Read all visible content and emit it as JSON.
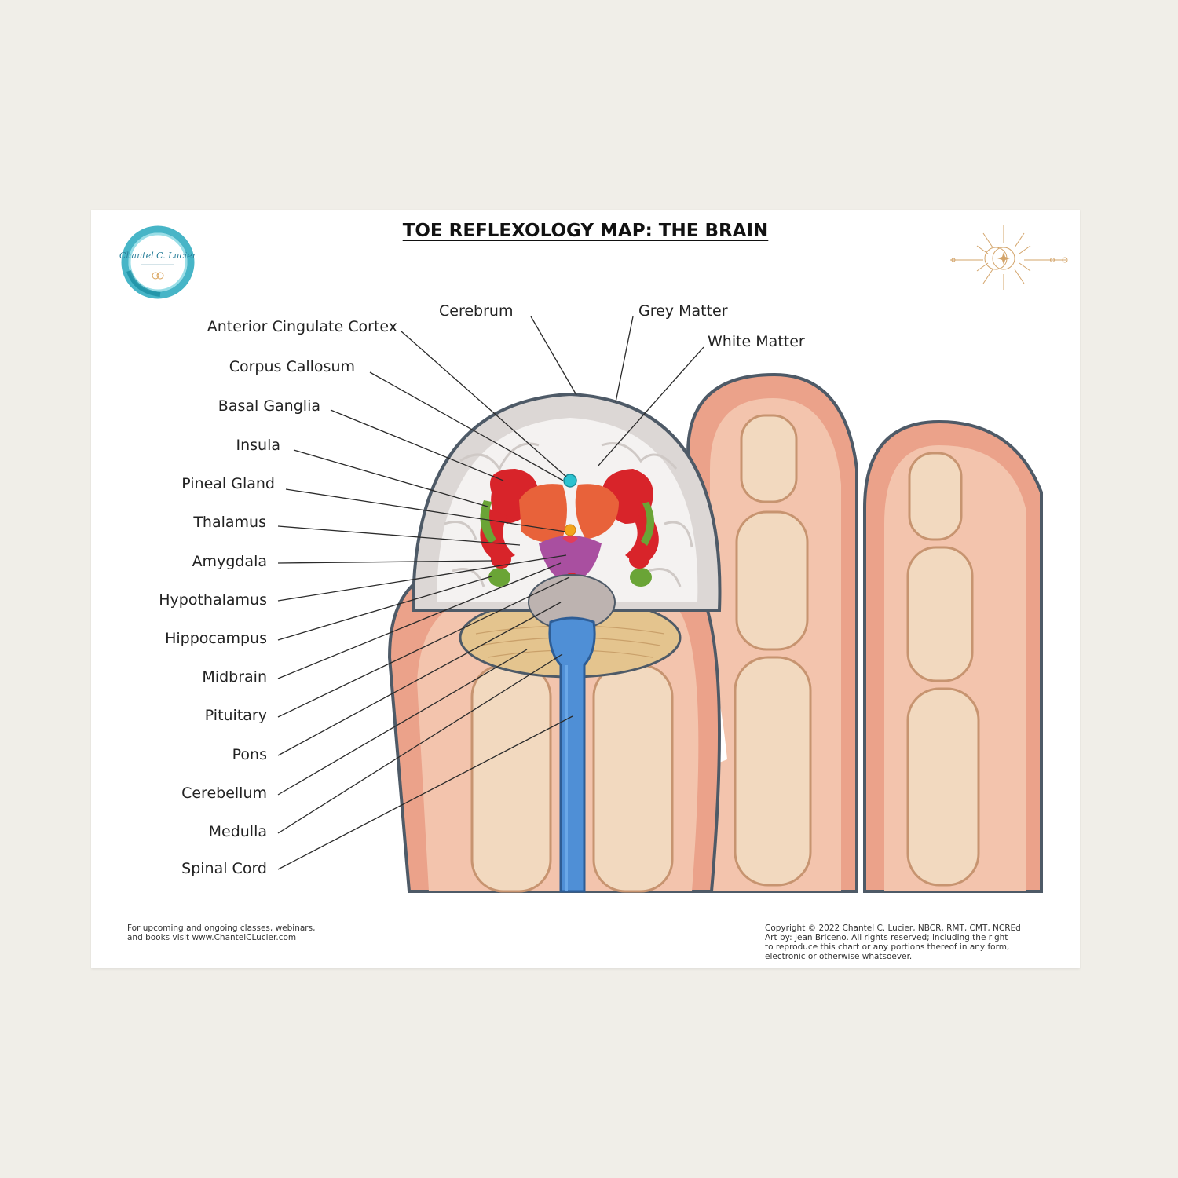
{
  "title": "TOE REFLEXOLOGY MAP: THE BRAIN",
  "logo": {
    "text": "Chantel C. Lucier"
  },
  "icons": {
    "logo": "circle-brand-logo",
    "decoration": "sun-moon-icon"
  },
  "labels": {
    "cerebrum": "Cerebrum",
    "grey_matter": "Grey Matter",
    "white_matter": "White Matter",
    "anterior_cingulate_cortex": "Anterior Cingulate Cortex",
    "corpus_callosum": "Corpus Callosum",
    "basal_ganglia": "Basal Ganglia",
    "insula": "Insula",
    "pineal_gland": "Pineal Gland",
    "thalamus": "Thalamus",
    "amygdala": "Amygdala",
    "hypothalamus": "Hypothalamus",
    "hippocampus": "Hippocampus",
    "midbrain": "Midbrain",
    "pituitary": "Pituitary",
    "pons": "Pons",
    "cerebellum": "Cerebellum",
    "medulla": "Medulla",
    "spinal_cord": "Spinal Cord"
  },
  "footer": {
    "left_line1": "For upcoming and ongoing classes, webinars,",
    "left_line2": "and books visit www.ChantelCLucier.com",
    "right_line1": "Copyright  © 2022 Chantel C. Lucier, NBCR, RMT, CMT, NCREd",
    "right_line2": "Art by: Jean Briceno.  All rights reserved; including the right",
    "right_line3": "to reproduce this chart or any portions thereof in any form,",
    "right_line4": "electronic or otherwise whatsoever."
  },
  "colors": {
    "skin": "#eba28a",
    "skin_light": "#f3c4ad",
    "bone": "#f2d9bf",
    "outline": "#4e5a67",
    "grey_matter": "#dcd7d5",
    "white_matter": "#f4f2f1",
    "basal_ganglia": "#d8242a",
    "thalamus": "#e8623a",
    "insula_amygdala": "#6aa436",
    "hypothalamus": "#a94fa0",
    "brainstem": "#bdb3b0",
    "cerebellum": "#e4c48e",
    "spinal_cord": "#4f8fd6",
    "pineal": "#2cc2cf",
    "pineal_point": "#f2a51c"
  }
}
